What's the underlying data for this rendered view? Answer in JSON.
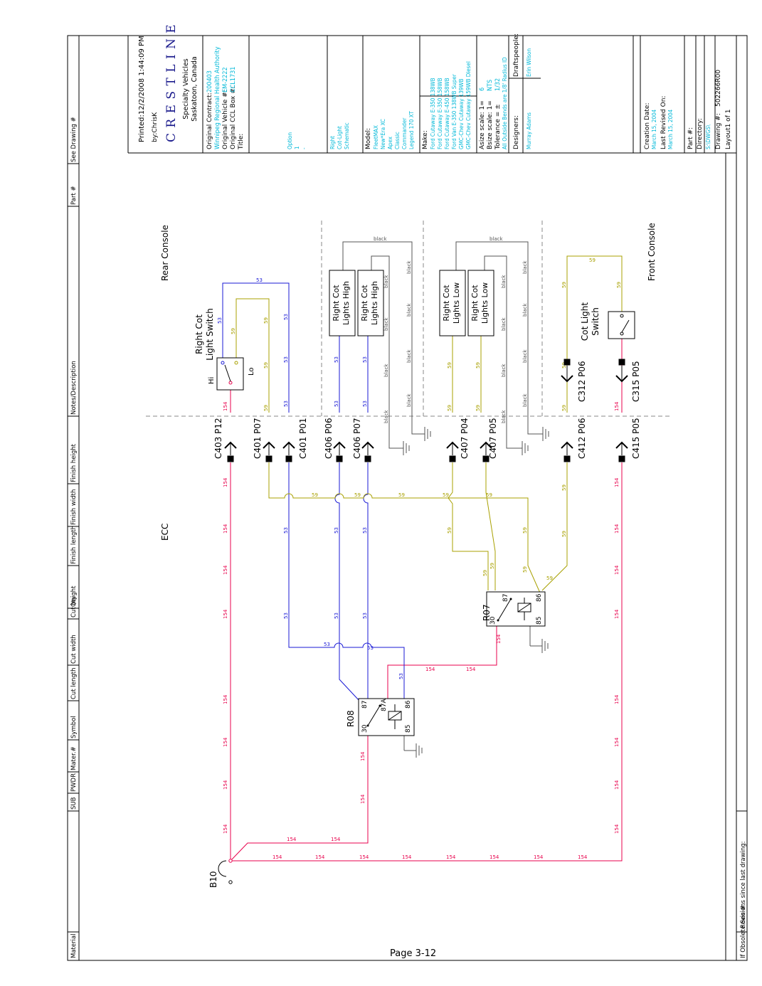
{
  "header_columns": [
    "Material",
    "SUB",
    "PWDR",
    "Mater.#",
    "Symbol",
    "Cut length",
    "Cut width",
    "Cut height",
    "Qty",
    "Finish length",
    "Finish width",
    "Finish height",
    "Notes/Description",
    "Part #",
    "See Drawing #"
  ],
  "footer": {
    "obsolete": "If Obsolete See #:",
    "revisions": "Revisions since last drawing:"
  },
  "title_block": {
    "printed": "Printed:12/2/2008 1:44:09 PM",
    "by": "by:ChrisK",
    "logo": "C R E S T L I N E",
    "company": "Specialty Vehicles",
    "city": "Saskatoon, Canada",
    "original_contract_label": "Original Contract:",
    "original_contract": "200403",
    "customer": "Winnipeg Regional Health Authority",
    "original_vehicle_label": "Original Vehicle #:",
    "original_vehicle": "EM-2222",
    "original_ccl_label": "Original CCL Box #:",
    "original_ccl": "CCL1731",
    "title_label": "Title:",
    "option_label": "Option",
    "option_lines": [
      "1",
      "-"
    ],
    "title_lines": [
      "Right",
      "Cot-Light",
      "Schematic"
    ],
    "model_label": "Model:",
    "models": [
      "FleetMAX",
      "New*Era XC",
      "Apex",
      "Classic",
      "Commander",
      "Legend 170 XT"
    ],
    "make_label": "Make:",
    "makes": [
      "Ford Cutaway E-350 138WB",
      "Ford Cutaway E-350 158WB",
      "Ford Cutaway E-450 158WB",
      "Ford Van E-350 138WB Super",
      "GMC-Chev Cutaway 139WB",
      "GMC-Chev Cutaway 159WB Diesel"
    ],
    "asize_label": "Asize scale: 1=",
    "asize": "6",
    "bsize_label": "Bsize scale: 1=",
    "bsize": "NTS",
    "tolerance_label": "Tolerance = ±",
    "tolerance": "1/32",
    "all_label": "All Outside Bends are 1/8' Radius ID",
    "designers_label": "Designers:",
    "designers": "Murray Adams",
    "draftspeople_label": "Draftspeople:",
    "draftspeople": "Erin Wilson",
    "creation_label": "Creation Date:",
    "creation": "March 15, 2004",
    "revised_label": "Last Revised On:",
    "revised": "March 15, 2004",
    "part_label": "Part #:",
    "directory_label": "Directory:",
    "directory": "S:\\DWGS\\",
    "drawing_label": "Drawing #:",
    "drawing": "502266R00",
    "layout": "Layout1 of 1"
  },
  "diagram": {
    "zones": {
      "rear": "Rear Console",
      "ecc": "ECC",
      "front": "Front Console"
    },
    "components": {
      "switch_right_cot": "Right Cot Light Switch",
      "hi": "Hi",
      "lo": "Lo",
      "lights_high": "Right Cot Lights High",
      "lights_low": "Right Cot Lights Low",
      "cot_switch": "Cot Light Switch",
      "b10": "B10",
      "r07": "R07",
      "r08": "R08",
      "pins": {
        "p30": "30",
        "p87": "87",
        "p87a": "87A",
        "p85": "85",
        "p86": "86"
      }
    },
    "connectors": {
      "c403": "C403 P12",
      "c401a": "C401 P07",
      "c401b": "C401 P01",
      "c406a": "C406 P06",
      "c406b": "C406 P07",
      "c407a": "C407 P04",
      "c407b": "C407 P05",
      "c412": "C412 P06",
      "c415": "C415 P05",
      "c312": "C312 P06",
      "c315": "C315 P05"
    },
    "wires": {
      "w154": "154",
      "w53": "53",
      "w59": "59",
      "black": "black"
    },
    "colors": {
      "w154": "#e8004c",
      "w53": "#1a1ad6",
      "w59": "#a8a000",
      "black": "#555555",
      "accent": "#00b8d8"
    }
  },
  "page": {
    "label": "Page 3-12"
  }
}
